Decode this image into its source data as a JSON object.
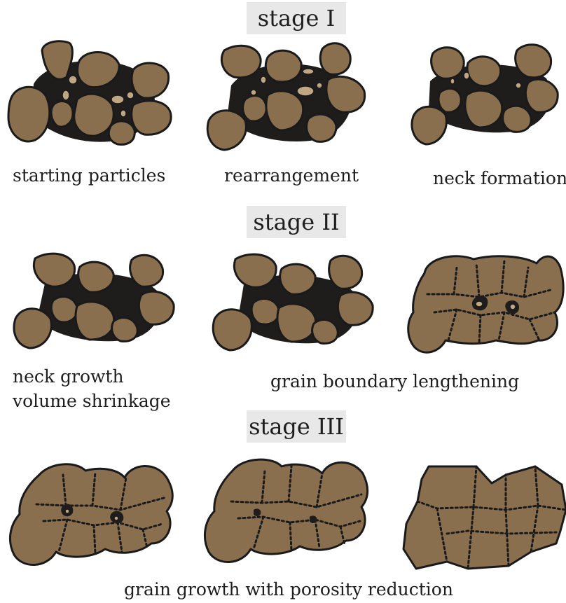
{
  "stages": {
    "stage1": {
      "label": "stage I",
      "captions": [
        "starting particles",
        "rearrangement",
        "neck formation"
      ]
    },
    "stage2": {
      "label": "stage II",
      "captions": [
        "neck growth",
        "volume shrinkage",
        "grain boundary lengthening"
      ]
    },
    "stage3": {
      "label": "stage III",
      "caption": "grain growth with porosity reduction"
    }
  },
  "colors": {
    "grain": "#8a6f4f",
    "matrix": "#1f1c1c",
    "pore": "#bfa783",
    "label_background": "#e8e8e8"
  }
}
